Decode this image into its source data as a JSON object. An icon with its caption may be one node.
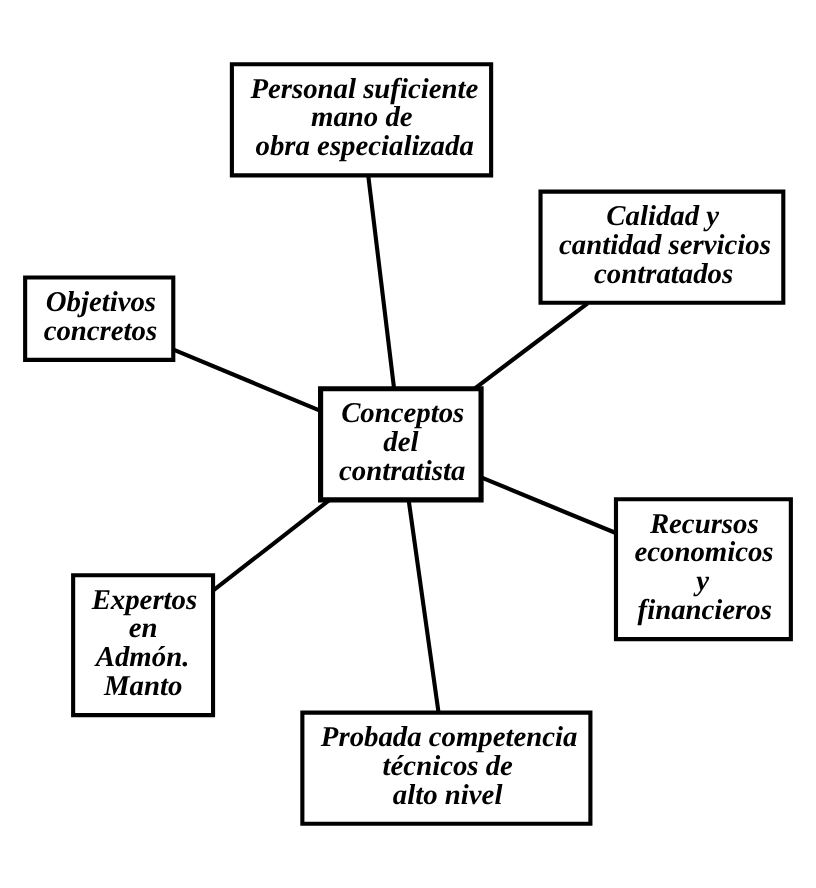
{
  "diagram": {
    "nodes": [
      {
        "text": [
          "Objetivos concretos"
        ]
      },
      {
        "text": [
          "Recursos economicos y financieros"
        ]
      },
      {
        "text": [
          "Probada competencia técnicos de alto nivel"
        ]
      },
      {
        "text": [
          "Conceptos del contratista"
        ]
      },
      {
        "text": [
          "Calidad y cantidad servicios contratados"
        ]
      },
      {
        "text": [
          "Personal suficiente mano de obra especializada"
        ]
      },
      {
        "text": [
          "Expertos en Admón. Manto"
        ]
      }
    ],
    "edges": [
      {
        "from": 3,
        "to": 0,
        "arrow": "none"
      },
      {
        "from": 3,
        "to": 1,
        "arrow": "none"
      },
      {
        "from": 3,
        "to": 2,
        "arrow": "none"
      },
      {
        "from": 3,
        "to": 4,
        "arrow": "none"
      },
      {
        "from": 3,
        "to": 5,
        "arrow": "none"
      },
      {
        "from": 3,
        "to": 6,
        "arrow": "none"
      }
    ]
  }
}
